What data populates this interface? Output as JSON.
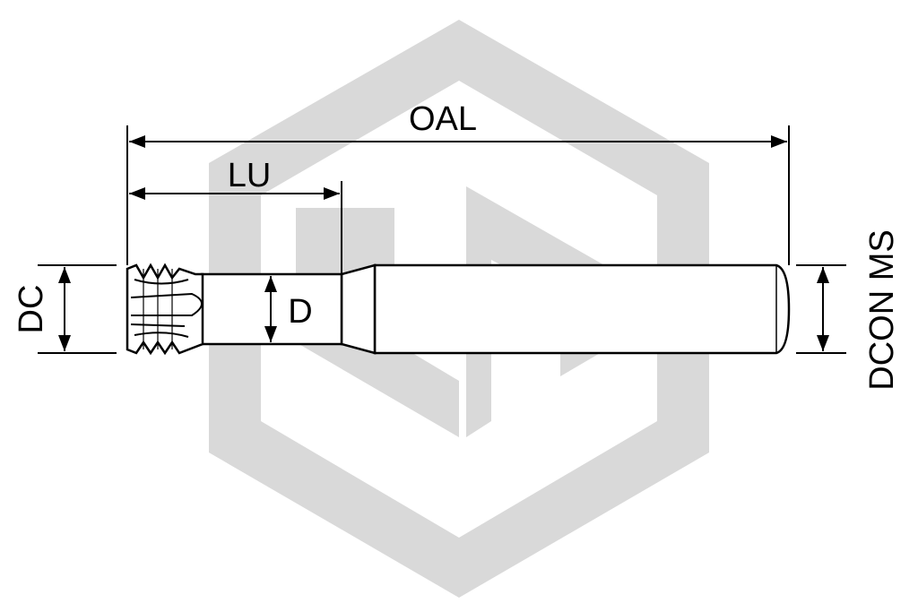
{
  "watermark": {
    "color": "#d9d9d9",
    "description_icon": "hexagon-logo-watermark"
  },
  "colors": {
    "line": "#000000",
    "background": "#ffffff"
  },
  "labels": {
    "oal": "OAL",
    "lu": "LU",
    "dc": "DC",
    "d": "D",
    "dcon_ms": "DCON MS"
  }
}
